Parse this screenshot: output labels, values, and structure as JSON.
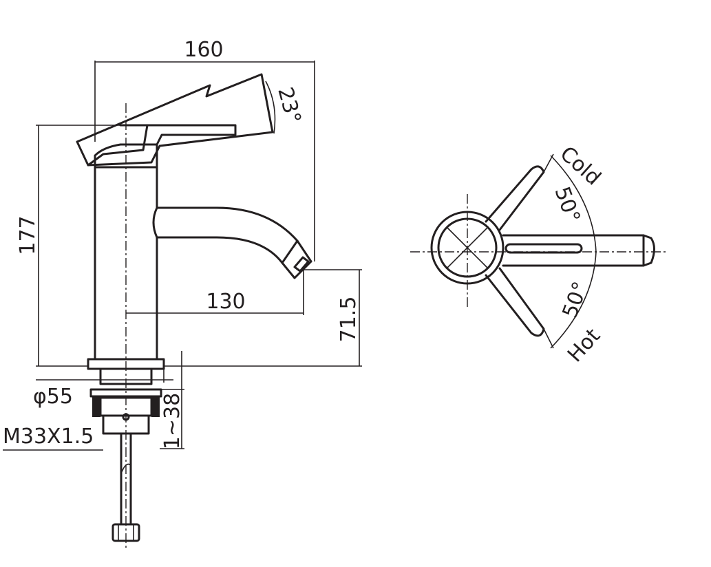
{
  "dimensions": {
    "width_total": "160",
    "handle_angle": "23°",
    "height_total": "177",
    "spout_reach": "130",
    "spout_height": "71.5",
    "base_diameter": "φ55",
    "thread": "M33X1.5",
    "counter_thickness": "1~38",
    "cold_angle": "50°",
    "hot_angle": "50°"
  },
  "labels": {
    "cold": "Cold",
    "hot": "Hot"
  },
  "colors": {
    "line": "#231f20",
    "background": "#ffffff"
  }
}
